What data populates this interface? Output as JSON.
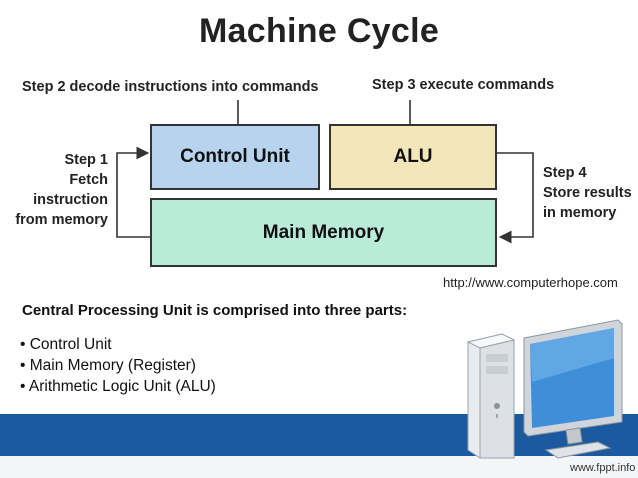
{
  "title": "Machine Cycle",
  "steps": {
    "step2": "Step 2 decode instructions into commands",
    "step3": "Step 3 execute commands",
    "step1": [
      "Step 1",
      "Fetch",
      "instruction",
      "from memory"
    ],
    "step4": [
      "Step 4",
      "Store results",
      "in memory"
    ]
  },
  "boxes": {
    "control_unit": {
      "label": "Control Unit",
      "color": "#b7d3ee"
    },
    "alu": {
      "label": "ALU",
      "color": "#f3e7b9"
    },
    "main_memory": {
      "label": "Main Memory",
      "color": "#b8ecd9"
    }
  },
  "source": "http://www.computerhope.com",
  "description": "Central Processing Unit is comprised into three parts:",
  "bullets": [
    "• Control Unit",
    "• Main Memory (Register)",
    "• Arithmetic Logic Unit (ALU)"
  ],
  "footer": "www.fppt.info",
  "colors": {
    "band": "#1c5aa0",
    "arrow": "#333333"
  }
}
